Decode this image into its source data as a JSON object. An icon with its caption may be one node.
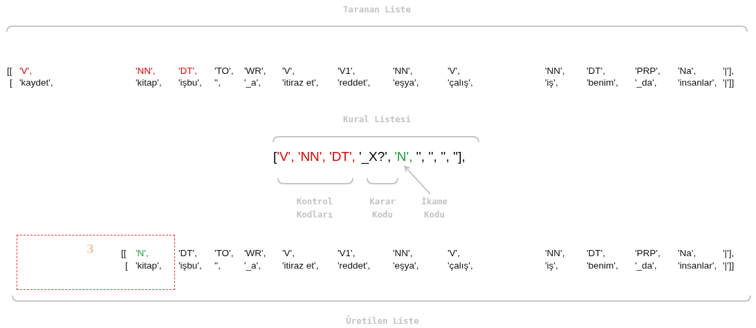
{
  "diagram": {
    "nodes": [
      {
        "text": [
          "'N',"
        ]
      },
      {
        "text": [
          "İkame Kodu"
        ]
      },
      {
        "text": [
          "3"
        ]
      }
    ],
    "edges": [
      {
        "from": 1,
        "to": 0,
        "arrow": "to"
      }
    ],
    "labels": [
      "Taranan Liste",
      "[[",
      "'V',",
      "'NN',",
      "'DT',",
      "'TO',",
      "'WR',",
      "'V',",
      "'V1',",
      "'NN',",
      "'V',",
      "'NN',",
      "'DT',",
      "'PRP',",
      "'Na',",
      "'|'],",
      "[",
      "'kaydet',",
      "'kitap',",
      "'işbu',",
      "'',",
      "'_a',",
      "'itiraz et',",
      "'reddet',",
      "'eşya',",
      "'çalış',",
      "'iş',",
      "'benim',",
      "'_da',",
      "'insanlar',",
      "'|']]",
      "Kural Listesi",
      "[",
      "'V', 'NN', 'DT',",
      "'_X?',",
      "'', '', '', ''],",
      "Kontrol Kodları",
      "Karar Kodu",
      "[[",
      "'N',",
      "'DT',",
      "'TO',",
      "'WR',",
      "'V',",
      "'V1',",
      "'NN',",
      "'V',",
      "'NN',",
      "'DT',",
      "'PRP',",
      "'Na',",
      "'|'],",
      "[",
      "'kitap',",
      "'işbu',",
      "'',",
      "'_a',",
      "'itiraz et',",
      "'reddet',",
      "'eşya',",
      "'çalış',",
      "'iş',",
      "'benim',",
      "'_da',",
      "'insanlar',",
      "'|']]",
      "Üretilen Liste"
    ]
  }
}
